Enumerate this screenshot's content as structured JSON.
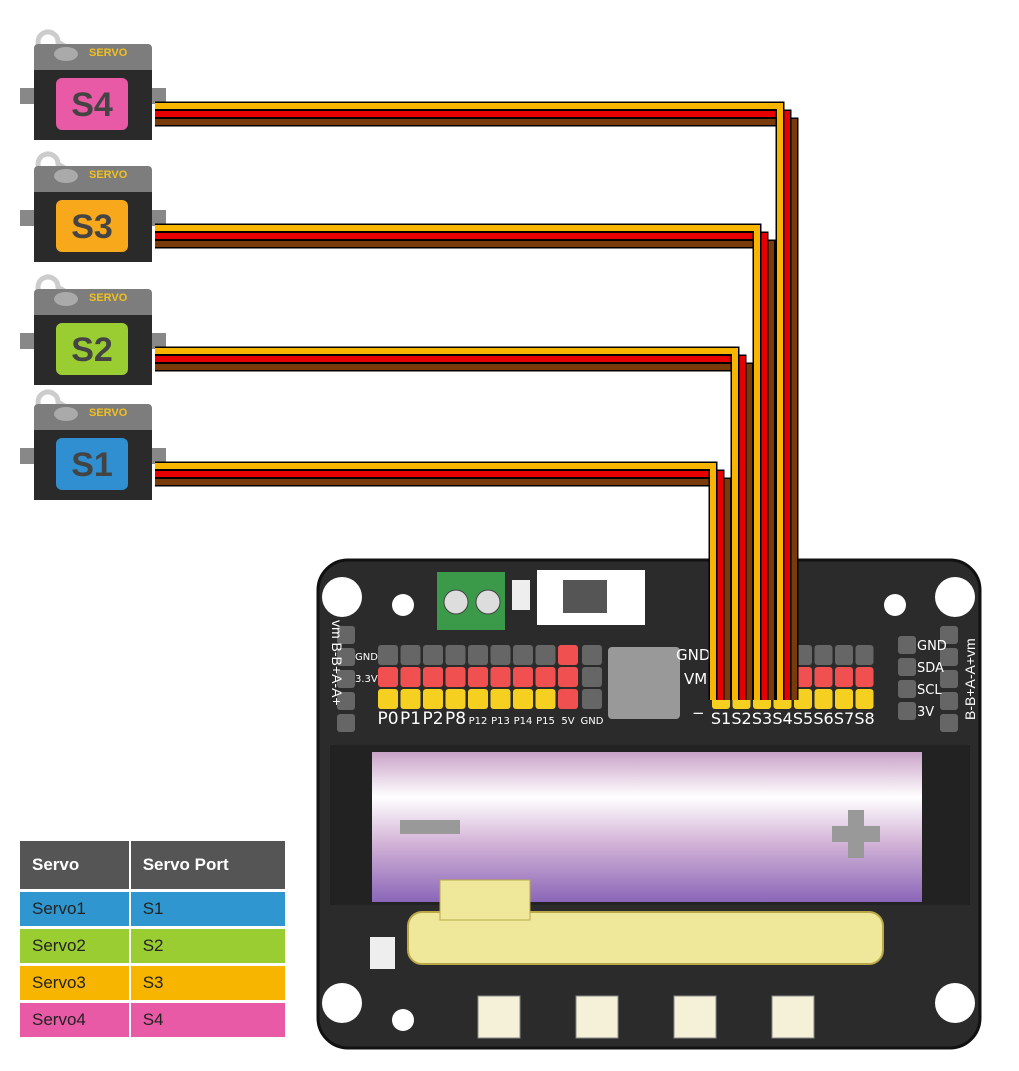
{
  "servos": [
    {
      "label": "S4",
      "badge": "SERVO",
      "color": "#e85aa5"
    },
    {
      "label": "S3",
      "badge": "SERVO",
      "color": "#f7a81b"
    },
    {
      "label": "S2",
      "badge": "SERVO",
      "color": "#9acd32"
    },
    {
      "label": "S1",
      "badge": "SERVO",
      "color": "#2f8fd0"
    }
  ],
  "wire_colors": {
    "signal": "#f7b500",
    "power": "#e60000",
    "ground": "#7a3b0a"
  },
  "board": {
    "left_side": "vm B-B+A-A+",
    "right_side": "B-B+A-A+vm",
    "row_labels": [
      "GND",
      "3.3V"
    ],
    "pins_left": [
      "P0",
      "P1",
      "P2",
      "P8",
      "P12",
      "P13",
      "P14",
      "P15",
      "5V",
      "GND"
    ],
    "mid_labels": [
      "GND",
      "VM",
      "−"
    ],
    "servo_ports": [
      "S1",
      "S2",
      "S3",
      "S4",
      "S5",
      "S6",
      "S7",
      "S8"
    ],
    "i2c": [
      "GND",
      "SDA",
      "SCL",
      "3V"
    ]
  },
  "table": {
    "headers": [
      "Servo",
      "Servo Port"
    ],
    "rows": [
      {
        "servo": "Servo1",
        "port": "S1",
        "color": "#2f96d0"
      },
      {
        "servo": "Servo2",
        "port": "S2",
        "color": "#9acd32"
      },
      {
        "servo": "Servo3",
        "port": "S3",
        "color": "#f7b500"
      },
      {
        "servo": "Servo4",
        "port": "S4",
        "color": "#e85aa5"
      }
    ]
  }
}
